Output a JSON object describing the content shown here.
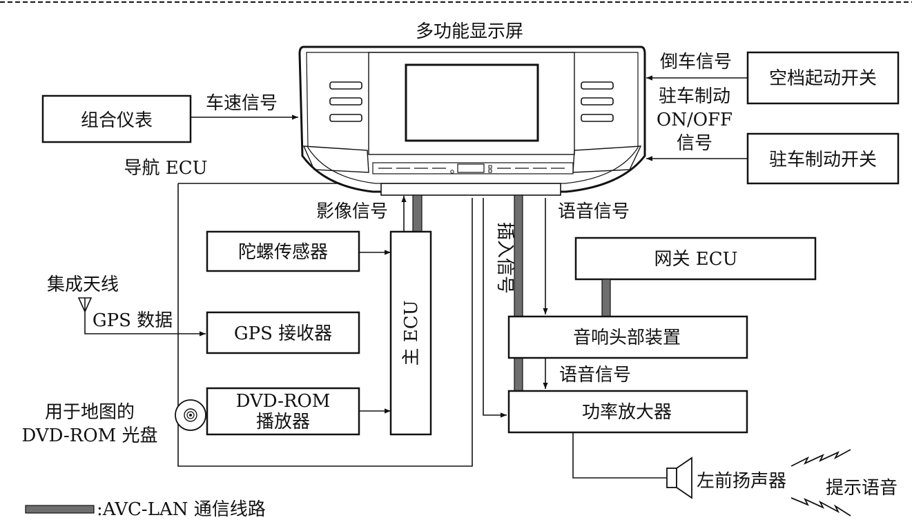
{
  "display": {
    "label": "多功能显示屏"
  },
  "boxes": {
    "combo_meter": "组合仪表",
    "neutral_switch": "空档起动开关",
    "parking_brake_switch": "驻车制动开关",
    "gyro_sensor": "陀螺传感器",
    "gps_receiver": "GPS 接收器",
    "dvd_player_line1": "DVD-ROM",
    "dvd_player_line2": "播放器",
    "main_ecu": "主 ECU",
    "gateway_ecu": "网关 ECU",
    "audio_head": "音响头部装置",
    "power_amp": "功率放大器"
  },
  "signals": {
    "speed": "车速信号",
    "reverse": "倒车信号",
    "parking_line1": "驻车制动",
    "parking_line2": "ON/OFF",
    "parking_line3": "信号",
    "video": "影像信号",
    "insert": "插入信号",
    "voice_top": "语音信号",
    "voice_mid": "语音信号",
    "gps_data": "GPS 数据"
  },
  "labels": {
    "nav_ecu": "导航 ECU",
    "antenna": "集成天线",
    "disc_line1": "用于地图的",
    "disc_line2": "DVD-ROM 光盘",
    "speaker": "左前扬声器",
    "prompt_voice": "提示语音"
  },
  "legend": {
    "text": ":AVC-LAN 通信线路"
  }
}
